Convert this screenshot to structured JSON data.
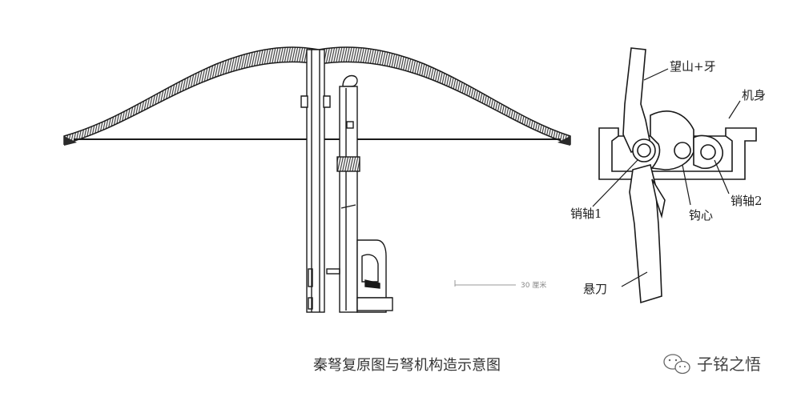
{
  "caption": "秦弩复原图与弩机构造示意图",
  "watermark": {
    "text": "子铭之悟",
    "icon": "wechat-chat-icon"
  },
  "scale_bar": {
    "label": "30 厘米"
  },
  "mechanism_labels": {
    "sight_tooth": "望山+牙",
    "body": "机身",
    "pin1": "销轴1",
    "pin2": "销轴2",
    "hook": "钩心",
    "trigger": "悬刀"
  }
}
